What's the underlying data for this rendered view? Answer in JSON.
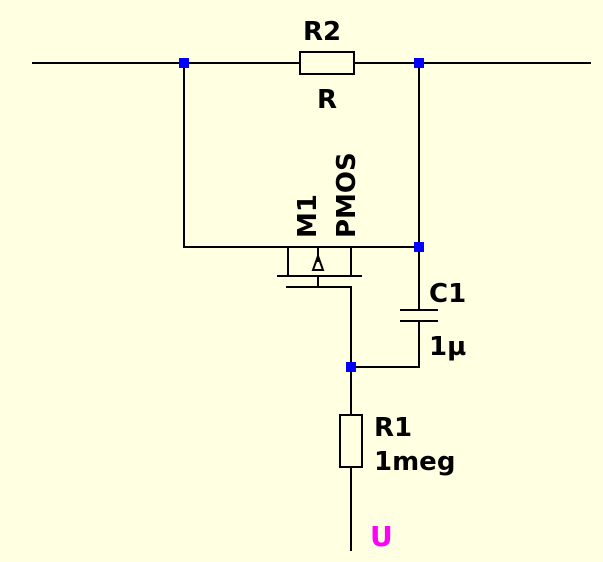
{
  "colors": {
    "background": "#ffffe1",
    "wire": "#000000",
    "junction": "#0000ff",
    "net_label": "#ff00ff"
  },
  "components": {
    "r2": {
      "name": "R2",
      "value": "R"
    },
    "m1": {
      "name": "M1",
      "model": "PMOS"
    },
    "c1": {
      "name": "C1",
      "value": "1µ"
    },
    "r1": {
      "name": "R1",
      "value": "1meg"
    }
  },
  "net_labels": {
    "u": "U"
  }
}
